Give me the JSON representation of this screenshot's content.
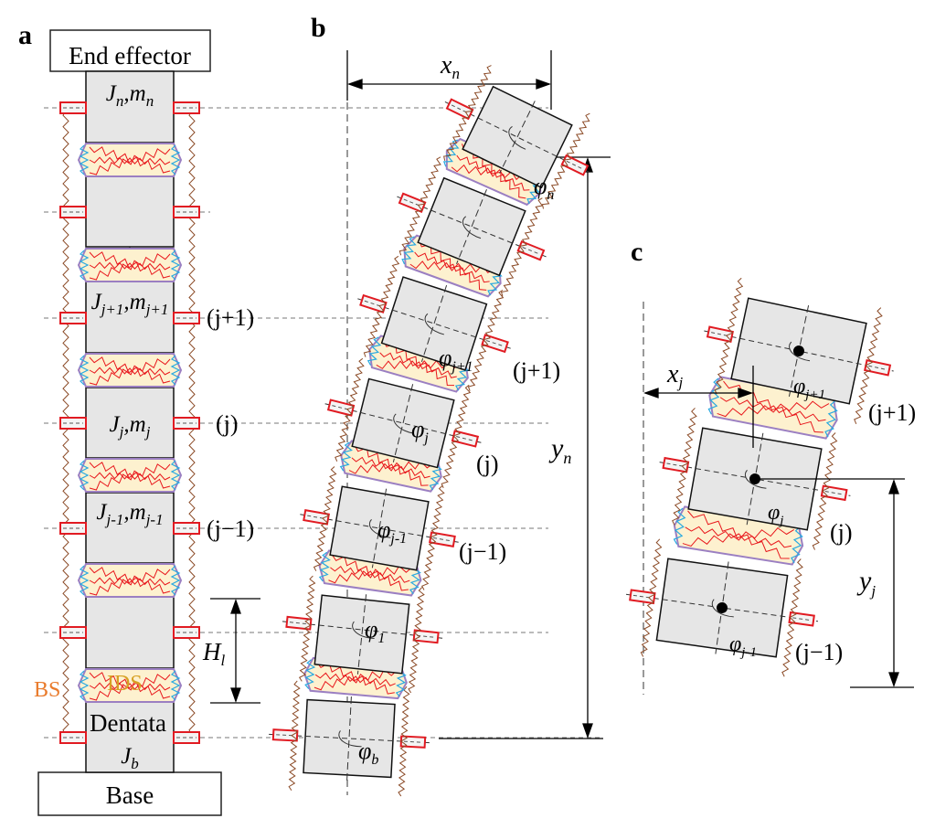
{
  "panels": {
    "a": {
      "letter": "a",
      "top_box": "End effector",
      "bottom_box": "Base",
      "segment_labels": [
        {
          "main": "J",
          "sub": "n",
          "main2": "m",
          "sub2": "n"
        },
        {
          "main": "J",
          "sub": "j+1",
          "main2": "m",
          "sub2": "j+1"
        },
        {
          "main": "J",
          "sub": "j",
          "main2": "m",
          "sub2": "j"
        },
        {
          "main": "J",
          "sub": "j-1",
          "main2": "m",
          "sub2": "j-1"
        }
      ],
      "base_joint": {
        "main": "J",
        "sub": "b"
      },
      "dentata_label": "Dentata",
      "height_label": {
        "main": "H",
        "sub": "l"
      },
      "bs_label": "BS",
      "ids_label": "IDS",
      "row_labels": [
        "(j+1)",
        "(j)",
        "(j−1)"
      ]
    },
    "b": {
      "letter": "b",
      "x_label": {
        "main": "x",
        "sub": "n"
      },
      "y_label": {
        "main": "y",
        "sub": "n"
      },
      "angle_labels": [
        {
          "main": "φ",
          "sub": "n"
        },
        {
          "main": "φ",
          "sub": "j+1"
        },
        {
          "main": "φ",
          "sub": "j"
        },
        {
          "main": "φ",
          "sub": "j-1"
        },
        {
          "main": "φ",
          "sub": "1"
        },
        {
          "main": "φ",
          "sub": "b"
        }
      ],
      "row_labels": [
        "(j+1)",
        "(j)",
        "(j−1)"
      ]
    },
    "c": {
      "letter": "c",
      "x_label": {
        "main": "x",
        "sub": "j"
      },
      "y_label": {
        "main": "y",
        "sub": "j"
      },
      "angle_labels": [
        {
          "main": "φ",
          "sub": "j+1"
        },
        {
          "main": "φ",
          "sub": "j"
        },
        {
          "main": "φ",
          "sub": "j-1"
        }
      ],
      "row_labels": [
        "(j+1)",
        "(j)",
        "(j−1)"
      ]
    }
  },
  "colors": {
    "segment_fill": "#e6e6e6",
    "disc_fill": "#fdf1cf",
    "disc_edge": "#9b7fc2",
    "spring_red": "#e8161b",
    "spring_cyan": "#28a9e0",
    "bs_brown": "#8b4a26",
    "bs_label": "#e97b2c",
    "ids_label": "#d7a022",
    "gauge_red": "#e11b22"
  }
}
